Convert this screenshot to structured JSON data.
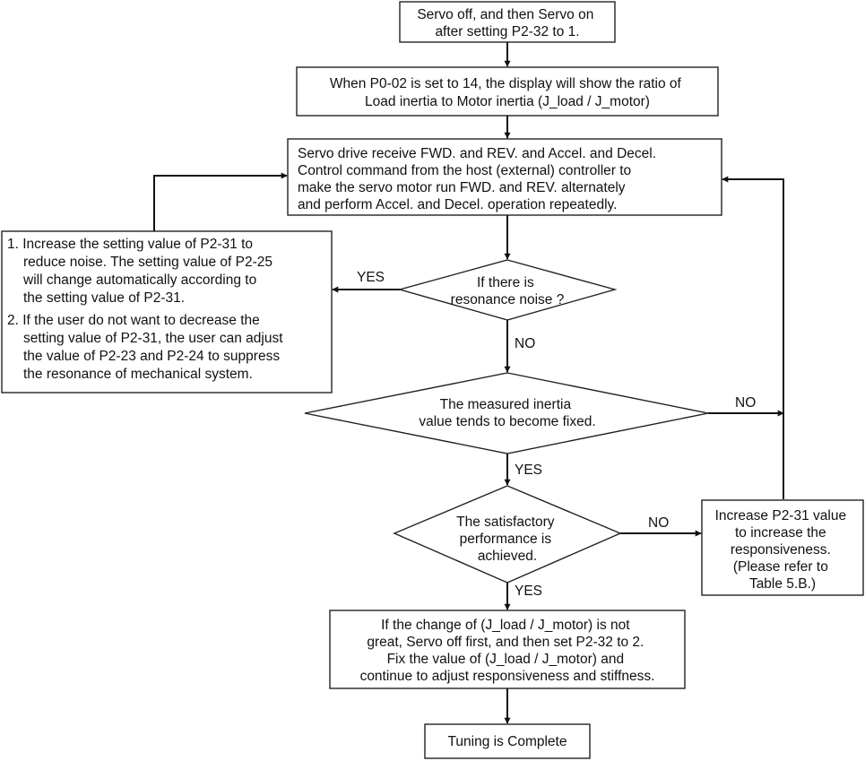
{
  "nodes": {
    "start": {
      "lines": [
        "Servo off, and then Servo on",
        "after setting P2-32 to 1."
      ]
    },
    "display": {
      "lines": [
        "When P0-02 is set to 14, the display will show the ratio of",
        "Load inertia to Motor inertia (J_load / J_motor)"
      ]
    },
    "command": {
      "lines": [
        "Servo drive receive FWD. and REV. and Accel. and Decel.",
        "Control command from the host (external) controller to",
        "make the servo motor run FWD. and REV. alternately",
        "and perform Accel. and Decel. operation repeatedly."
      ]
    },
    "resonance_fix": {
      "lines": [
        "1. Increase the setting value of P2-31 to",
        "reduce noise. The setting value of P2-25",
        "will change automatically according to",
        "the setting value of P2-31.",
        "2. If the user do not want to decrease the",
        "setting value of P2-31, the user can adjust",
        "the value of P2-23 and P2-24 to suppress",
        "the resonance of mechanical system."
      ]
    },
    "resonance_check": {
      "lines": [
        "If there is",
        "resonance noise ?"
      ]
    },
    "inertia_check": {
      "lines": [
        "The measured inertia",
        "value tends to become fixed."
      ]
    },
    "performance_check": {
      "lines": [
        "The satisfactory",
        "performance is",
        "achieved."
      ]
    },
    "increase_p231": {
      "lines": [
        "Increase P2-31 value",
        "to increase the",
        "responsiveness.",
        "(Please refer to",
        "Table 5.B.)"
      ]
    },
    "fix_value": {
      "lines": [
        "If the change of (J_load / J_motor) is not",
        "great, Servo off first, and then set P2-32 to 2.",
        "Fix the value of (J_load / J_motor) and",
        "continue to adjust responsiveness and stiffness."
      ]
    },
    "complete": {
      "lines": [
        "Tuning is Complete"
      ]
    }
  },
  "edge_labels": {
    "resonance_yes": "YES",
    "resonance_no": "NO",
    "inertia_no": "NO",
    "inertia_yes": "YES",
    "performance_no": "NO",
    "performance_yes": "YES"
  }
}
